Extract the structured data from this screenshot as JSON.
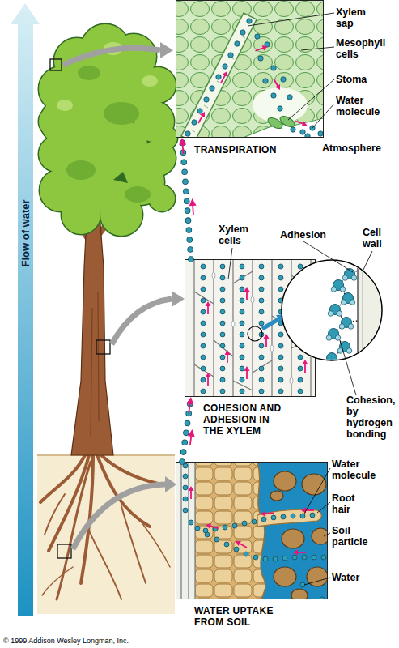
{
  "diagram": {
    "nodes": [
      {
        "text": [
          "TRANSPIRATION"
        ]
      },
      {
        "text": [
          "COHESION AND ADHESION IN THE XYLEM"
        ]
      },
      {
        "text": [
          "WATER UPTAKE FROM SOIL"
        ]
      }
    ],
    "edges": [
      {
        "from": 2,
        "to": 1,
        "arrow": "to"
      },
      {
        "from": 1,
        "to": 0,
        "arrow": "to"
      }
    ],
    "labels": [
      "Flow of water",
      "Xylem sap",
      "Mesophyll cells",
      "Stoma",
      "Water molecule",
      "Atmosphere",
      "Xylem cells",
      "Adhesion",
      "Cell wall",
      "Cohesion, by hydrogen bonding",
      "Water molecule",
      "Root hair",
      "Soil particle",
      "Water",
      "© 1999 Addison Wesley Longman, Inc."
    ]
  }
}
